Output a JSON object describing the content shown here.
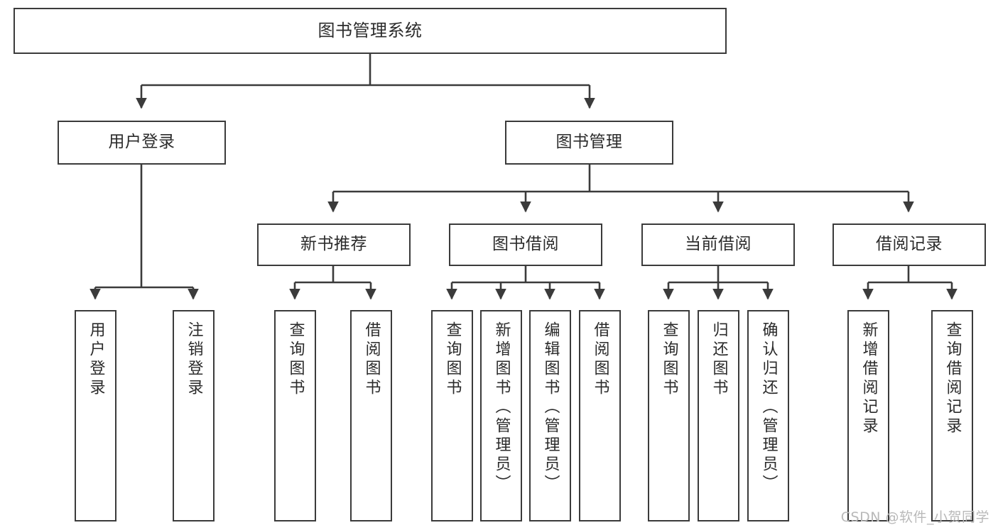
{
  "diagram": {
    "type": "tree",
    "title": "图书管理系统",
    "background_color": "#ffffff",
    "border_color": "#3b3b3b",
    "text_color": "#2b2b2b",
    "root": {
      "label": "图书管理系统"
    },
    "level2": [
      {
        "label": "用户登录"
      },
      {
        "label": "图书管理"
      }
    ],
    "level3": [
      {
        "label": "新书推荐"
      },
      {
        "label": "图书借阅"
      },
      {
        "label": "当前借阅"
      },
      {
        "label": "借阅记录"
      }
    ],
    "leaves": {
      "user_login": [
        {
          "label": "用户登录"
        },
        {
          "label": "注销登录"
        }
      ],
      "new_book_recommend": [
        {
          "label": "查询图书"
        },
        {
          "label": "借阅图书"
        }
      ],
      "book_borrow": [
        {
          "label": "查询图书"
        },
        {
          "label": "新增图书（管理员）"
        },
        {
          "label": "编辑图书（管理员）"
        },
        {
          "label": "借阅图书"
        }
      ],
      "current_borrow": [
        {
          "label": "查询图书"
        },
        {
          "label": "归还图书"
        },
        {
          "label": "确认归还（管理员）"
        }
      ],
      "borrow_record": [
        {
          "label": "新增借阅记录"
        },
        {
          "label": "查询借阅记录"
        }
      ]
    }
  },
  "watermark": {
    "text": "CSDN @软件_小贺同学"
  }
}
